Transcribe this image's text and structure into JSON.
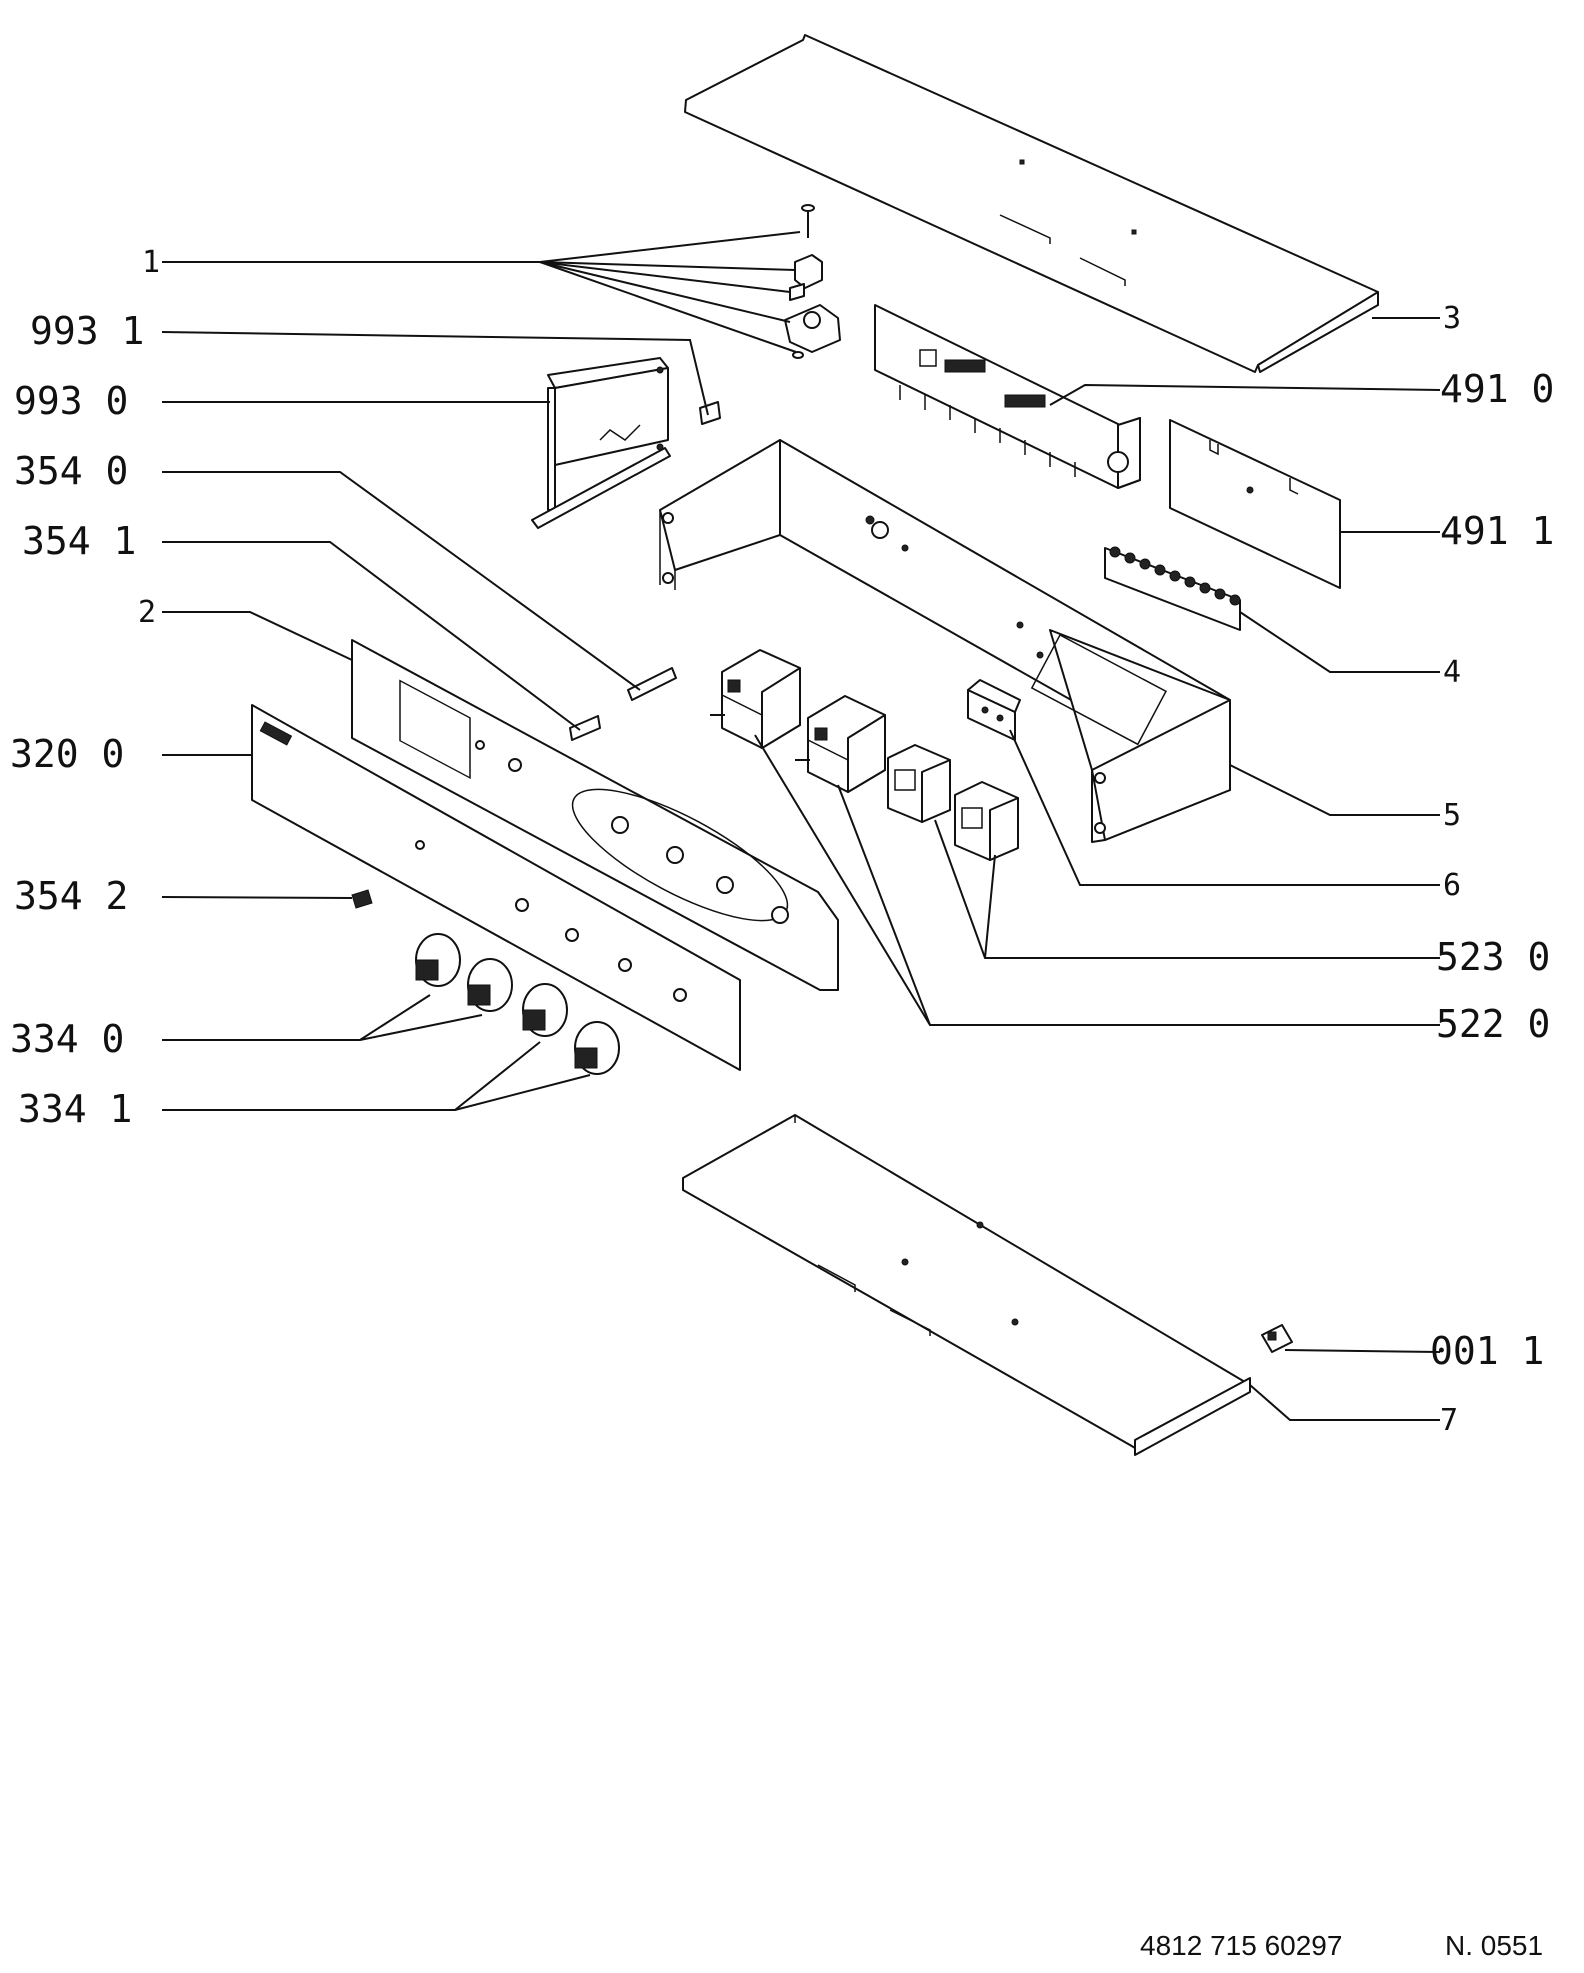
{
  "labels": {
    "l1": "1",
    "l993_1": "993 1",
    "l993_0": "993 0",
    "l354_0": "354 0",
    "l354_1": "354 1",
    "l2": "2",
    "l320_0": "320 0",
    "l354_2": "354 2",
    "l334_0": "334 0",
    "l334_1": "334 1",
    "l3": "3",
    "l491_0": "491 0",
    "l491_1": "491 1",
    "l4": "4",
    "l5": "5",
    "l6": "6",
    "l523_0": "523 0",
    "l522_0": "522 0",
    "l001_1": "001 1",
    "l7": "7"
  },
  "footer": {
    "part_number": "4812 715 60297",
    "sheet": "N. 0551"
  }
}
